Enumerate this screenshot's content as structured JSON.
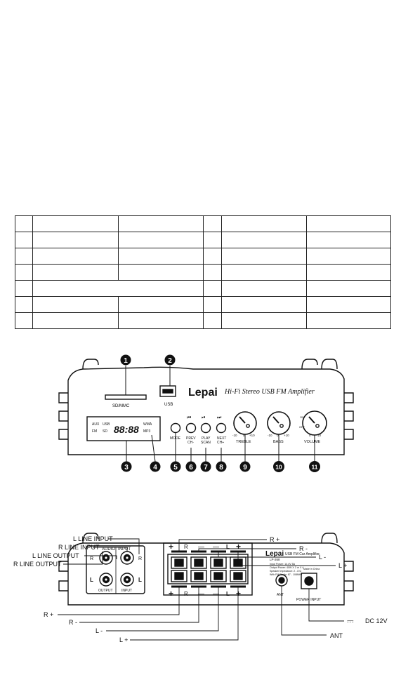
{
  "front_panel": {
    "callouts": [
      "1",
      "2",
      "3",
      "4",
      "5",
      "6",
      "7",
      "8",
      "9",
      "10",
      "11"
    ],
    "slot_label": "SD/MMC",
    "usb_label": "USB",
    "brand": "Lepai",
    "model_title": "Hi-Fi Stereo USB FM Amplifier",
    "display": {
      "aux": "AUX",
      "usb": "USB",
      "fm": "FM",
      "sd": "SD",
      "digits": "88:88",
      "wma": "WMA",
      "mp3": "MP3"
    },
    "mode_label": "MODE",
    "prev_label": "PREV",
    "prev_sub": "CH-",
    "play_label": "PLAY",
    "play_sub": "SCAN",
    "next_label": "NEXT",
    "next_sub": "CH+",
    "prev_icon": "⏮",
    "play_icon": "⏯",
    "next_icon": "⏭",
    "treble_label": "TREBLE",
    "treble_min": "-10",
    "treble_zero": "0",
    "treble_max": "+10",
    "bass_label": "BASS",
    "bass_min": "-10",
    "bass_zero": "0",
    "bass_max": "+10",
    "volume_label": "VOLUME",
    "volume_on": "ON",
    "volume_off": "OFF",
    "volume_min": "0",
    "volume_max": "10"
  },
  "rear_panel": {
    "left_labels": [
      "L LINE INPUT",
      "R LINE INPUT",
      "L LINE OUTPUT",
      "R LINE OUTPUT"
    ],
    "right_top_labels": [
      "R +",
      "R -",
      "L -",
      "L +"
    ],
    "bottom_labels": [
      "R +",
      "R -",
      "L -",
      "L +"
    ],
    "audio_label": "AUDIO",
    "input_label": "INPUT",
    "output_label": "OUTPUT",
    "input_bottom_label": "INPUT",
    "r": "R",
    "l": "L",
    "speaker_r": "R",
    "speaker_l": "L",
    "plus": "+",
    "minus": "—",
    "brand": "Lepai",
    "product": "USB FM Car Amplifier",
    "model": "LP-268",
    "spec_lines": [
      "Input Power: 14.4V  5A",
      "Output Power: 40W X 2 or X 4",
      "Speaker Impedance: 2 - 8 Ω",
      "With FM Radio: 87 - 108MHz",
      "Made in China"
    ],
    "ant": "ANT",
    "power_input": "POWER INPUT",
    "ant_callout": "ANT",
    "dc_callout": "DC 12V",
    "dc_symbol": "⎓"
  }
}
